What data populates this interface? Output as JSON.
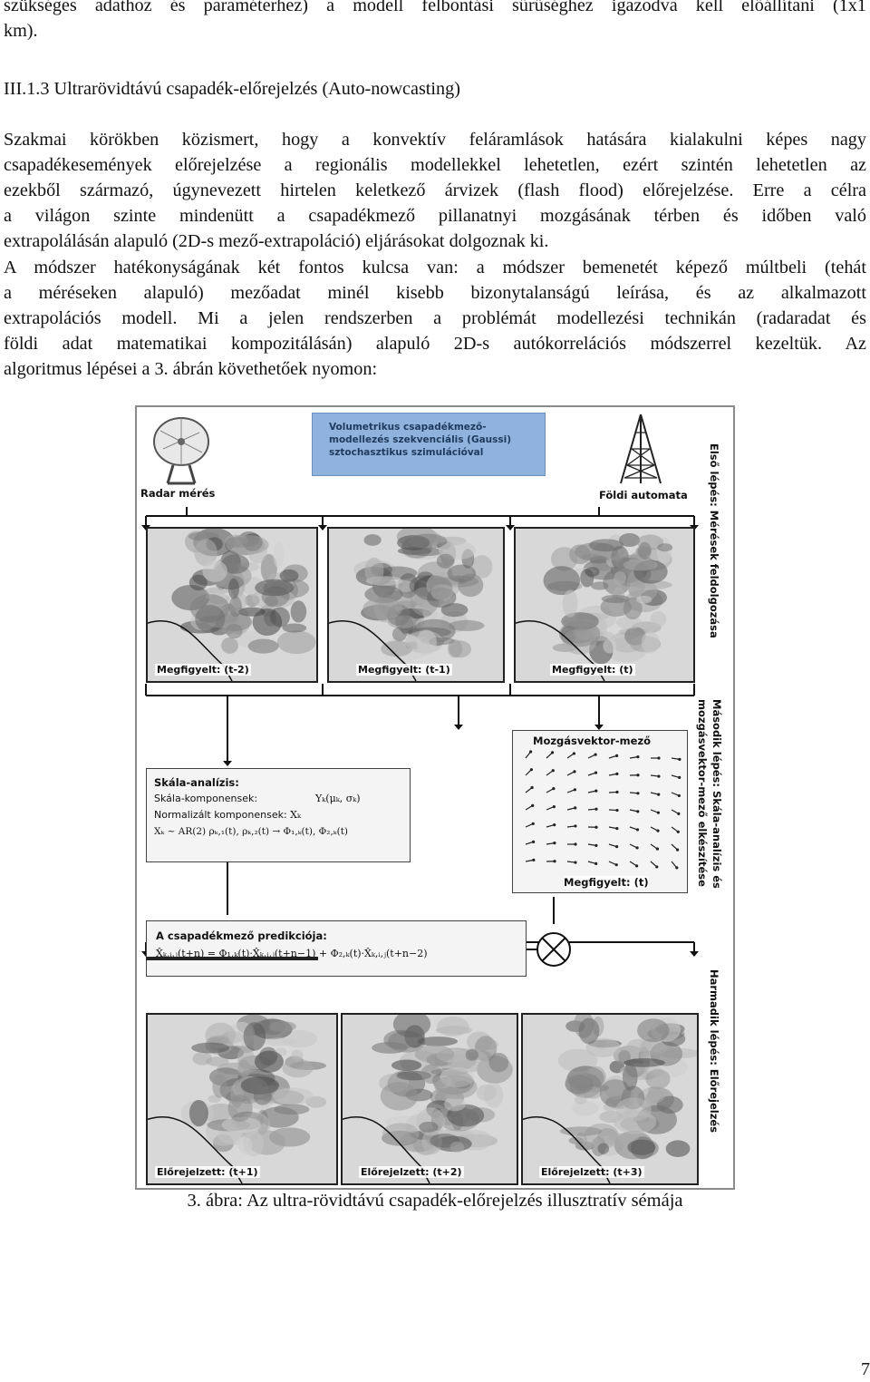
{
  "intro_lines": [
    "szükséges adathoz és paraméterhez) a modell felbontási sűrűséghez igazodva kell előállítani (1x1",
    "km)."
  ],
  "section_heading": "III.1.3 Ultrarövidtávú csapadék-előrejelzés (Auto-nowcasting)",
  "paragraph1_lines": [
    "Szakmai körökben közismert, hogy a konvektív feláramlások hatására kialakulni képes nagy",
    "csapadékesemények előrejelzése a regionális modellekkel lehetetlen, ezért szintén lehetetlen az",
    "ezekből származó, úgynevezett hirtelen keletkező árvizek (flash flood) előrejelzése. Erre a célra",
    "a világon szinte mindenütt a csapadékmező pillanatnyi mozgásának térben és időben való",
    "extrapolálásán alapuló (2D-s mező-extrapoláció) eljárásokat dolgoznak ki."
  ],
  "paragraph2_lines": [
    "A módszer hatékonyságának két fontos kulcsa van: a módszer bemenetét képező múltbeli (tehát",
    "a méréseken alapuló) mezőadat minél kisebb bizonytalanságú leírása, és az alkalmazott",
    "extrapolációs modell. Mi a jelen rendszerben a problémát modellezési technikán  (radaradat és",
    "földi adat matematikai kompozitálásán) alapuló 2D-s autókorrelációs módszerrel kezeltük. Az",
    "algoritmus lépései a 3. ábrán követhetőek nyomon:"
  ],
  "figure": {
    "top_box_lines": [
      "Volumetrikus csapadékmező-",
      "modellezés szekvenciális (Gaussi)",
      "sztochasztikus szimulációval"
    ],
    "radar_label": "Radar mérés",
    "ground_label": "Földi automata",
    "step1_label": "Első lépés: Mérések feldolgozása",
    "observed_labels": [
      "Megfigyelt: (t-2)",
      "Megfigyelt: (t-1)",
      "Megfigyelt: (t)"
    ],
    "step2_label_lines": [
      "Második lépés: Skála-analízis és",
      "mozgásvektor-mező elkészítése"
    ],
    "scale_box": {
      "title": "Skála-analízis:",
      "components_label": "Skála-komponensek:",
      "components_formula": "Yₖ(μₖ, σₖ)",
      "normalized_label": "Normalizált komponensek:",
      "normalized_formula": "Xₖ",
      "ar_formula": "Xₖ ~ AR(2)  ρₖ,₁(t), ρₖ,₂(t) → Φ₁,ₖ(t), Φ₂,ₖ(t)"
    },
    "vector_box": {
      "title": "Mozgásvektor-mező",
      "bottom_label": "Megfigyelt: (t)"
    },
    "prediction_box": {
      "title": "A csapadékmező predikciója:",
      "formula": "X̂ₖ,ᵢ,ⱼ(t+n) = Φ₁,ₖ(t)·X̂ₖ,ᵢ,ⱼ(t+n−1) + Φ₂,ₖ(t)·X̂ₖ,ᵢ,ⱼ(t+n−2)"
    },
    "step3_label": "Harmadik lépés: Előrejelzés",
    "forecast_labels": [
      "Előrejelzett: (t+1)",
      "Előrejelzett: (t+2)",
      "Előrejelzett: (t+3)"
    ]
  },
  "caption": "3. ábra: Az ultra-rövidtávú csapadék-előrejelzés illusztratív sémája",
  "page_number": "7",
  "colors": {
    "top_box": "#8fb3dc",
    "top_box_text": "#1f3a5f",
    "panel_bg": "#f2f2f2",
    "box_border": "#222222"
  }
}
